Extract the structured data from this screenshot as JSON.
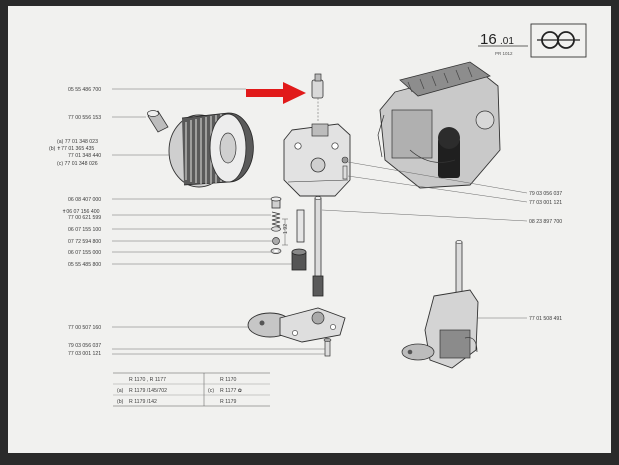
{
  "header": {
    "section": "16",
    "subsection": ".01",
    "code": "PR 1012"
  },
  "left_labels": [
    {
      "id": "pump-drive",
      "text": "05 55 486 700"
    },
    {
      "id": "sleeve",
      "text": "77 00 556 153"
    },
    {
      "id": "filter-a",
      "text": "(a) 77 01 348 023"
    },
    {
      "id": "filter-b1",
      "text": "(b) ✝77 01 365 435"
    },
    {
      "id": "filter-b2",
      "text": "77 01 348 440"
    },
    {
      "id": "filter-c",
      "text": "(c) 77 01 348 026"
    },
    {
      "id": "plug",
      "text": "06 08 407 000"
    },
    {
      "id": "spring-1",
      "text": "✝06 07 156 400"
    },
    {
      "id": "spring-2",
      "text": "77 00 621 599"
    },
    {
      "id": "washer-1",
      "text": "06 07 155 100"
    },
    {
      "id": "ball",
      "text": "07 72 594 800"
    },
    {
      "id": "washer-2",
      "text": "06 07 155 000"
    },
    {
      "id": "gear",
      "text": "05 55 485 800"
    },
    {
      "id": "pump-body",
      "text": "77 00 507 160"
    },
    {
      "id": "bolt-1",
      "text": "79 03 056 037"
    },
    {
      "id": "bolt-2",
      "text": "77 03 001 121"
    }
  ],
  "right_labels": [
    {
      "id": "stud-1",
      "text": "79 03 056 037"
    },
    {
      "id": "stud-2",
      "text": "77 03 001 121"
    },
    {
      "id": "shaft",
      "text": "08 23 897 700"
    },
    {
      "id": "assembly",
      "text": "77 01 508 491"
    }
  ],
  "legend": {
    "left": [
      {
        "key": "",
        "text": "R 1170 , R 1177"
      },
      {
        "key": "(a)",
        "text": "R 1179 /145/702"
      },
      {
        "key": "(b)",
        "text": "R 1179 /142"
      }
    ],
    "right": [
      {
        "key": "",
        "text": "R 1170"
      },
      {
        "key": "(c)",
        "text": "R 1177 ✿"
      },
      {
        "key": "",
        "text": "R 1179"
      }
    ]
  },
  "dimension_label": "1 92",
  "colors": {
    "paper": "#f1f1ef",
    "frame": "#2a2a2a",
    "arrow": "#e11a1a",
    "ink": "#3a3a3a"
  }
}
